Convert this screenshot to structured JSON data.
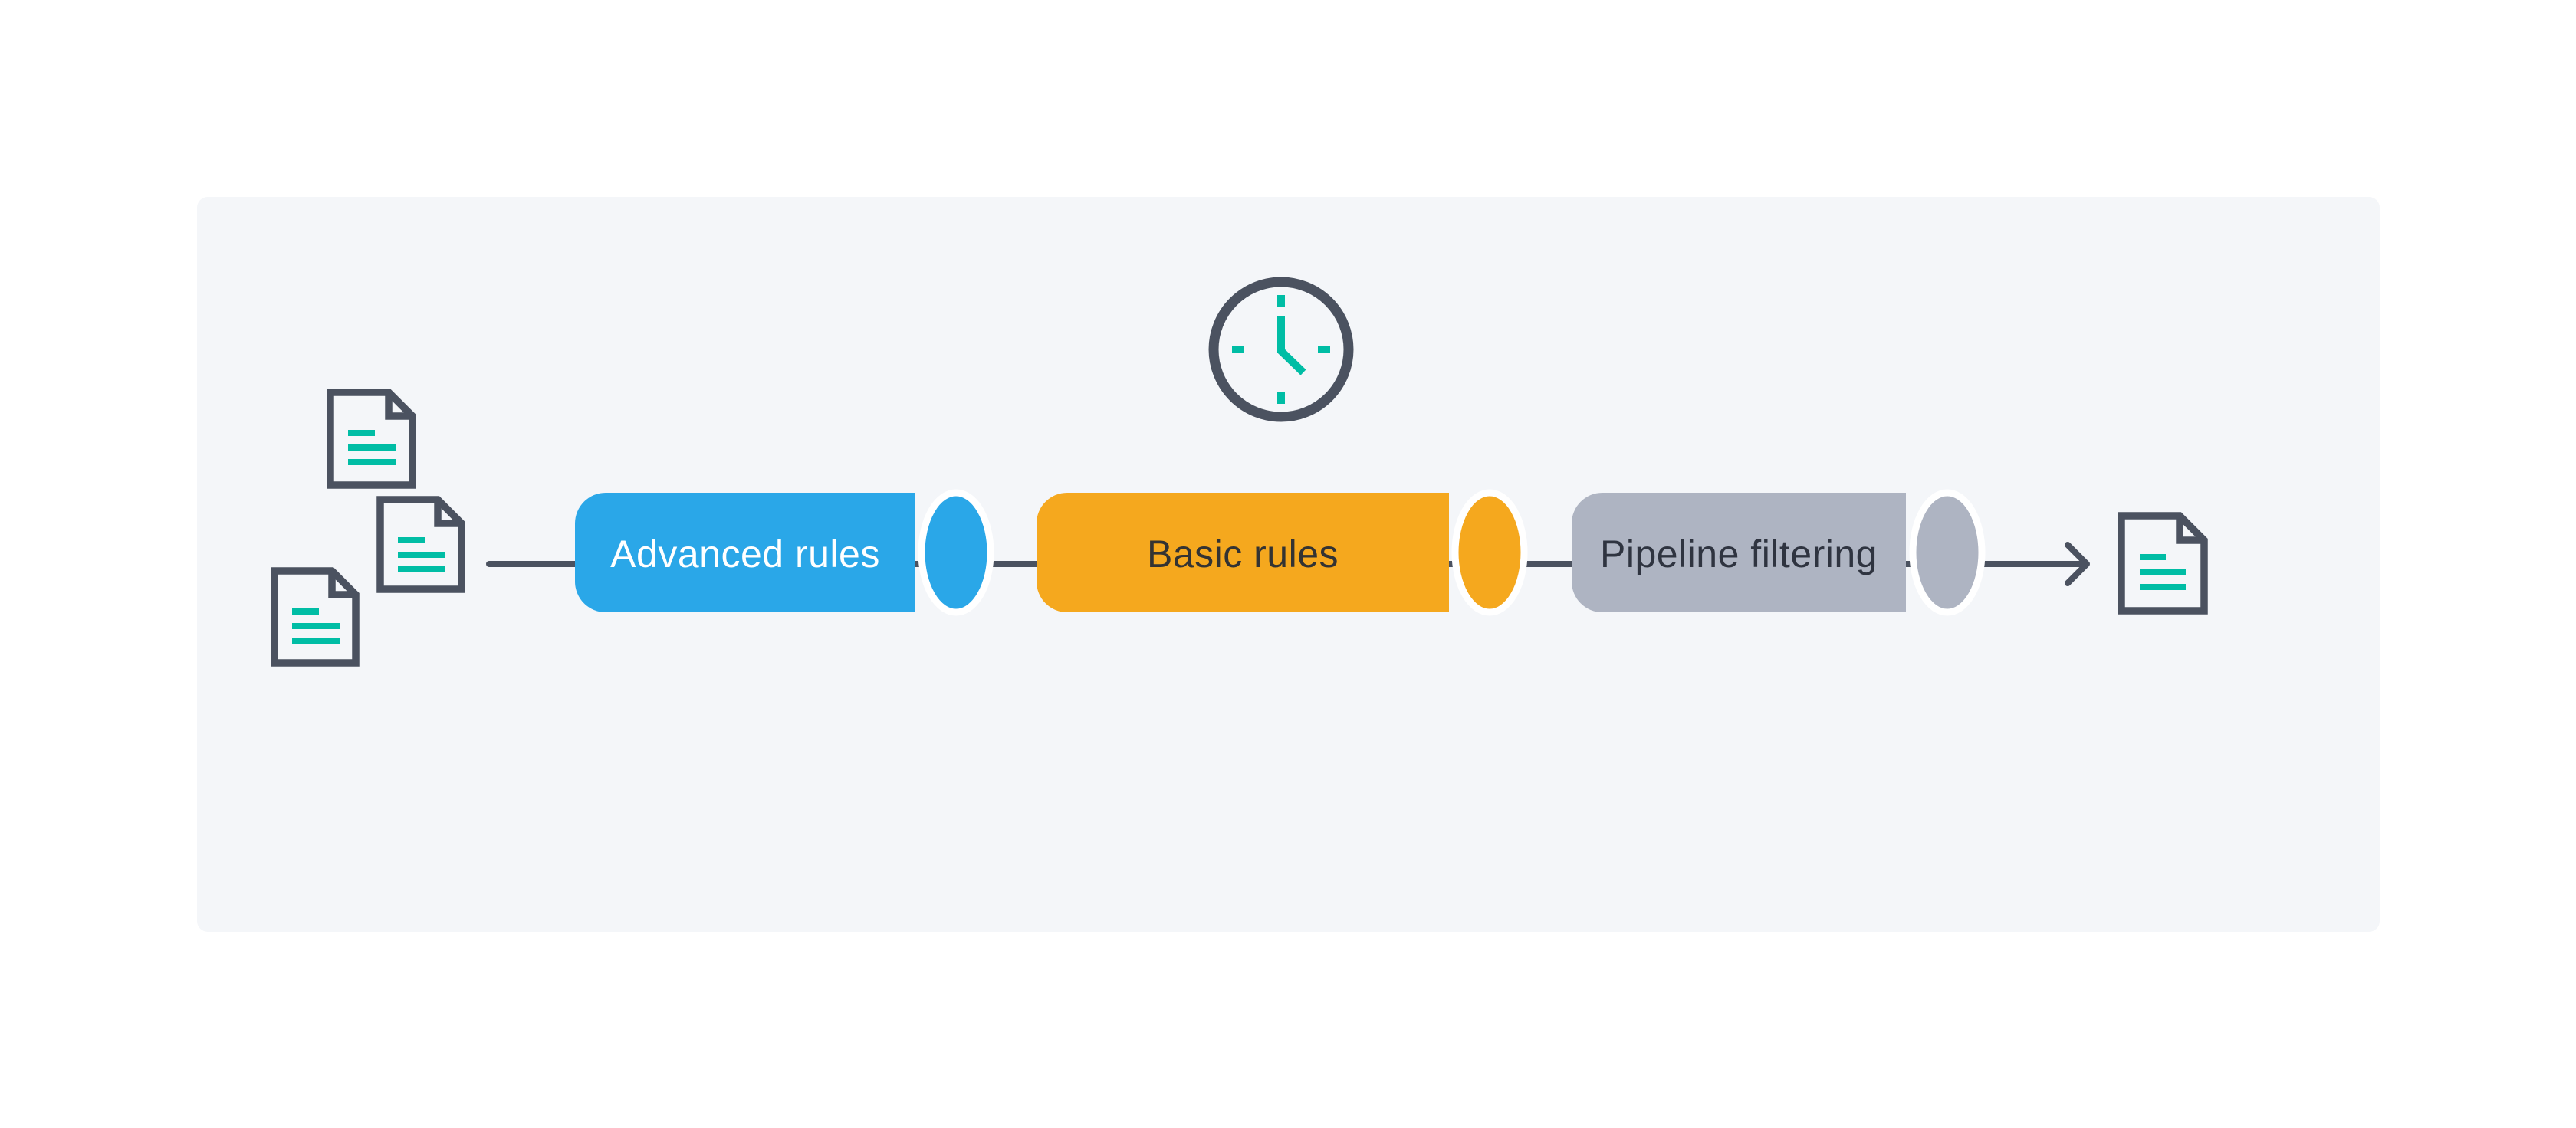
{
  "theme": {
    "page_bg": "#ffffff",
    "panel_bg": "#f4f6f9",
    "slate": "#4b5260",
    "teal": "#00bda5",
    "white": "#ffffff"
  },
  "diagram": {
    "type": "pipeline-flow",
    "stages": [
      {
        "label": "Advanced rules",
        "color": "#2aa7e8",
        "text_color": "#ffffff"
      },
      {
        "label": "Basic rules",
        "color": "#f5a81e",
        "text_color": "#333333"
      },
      {
        "label": "Pipeline filtering",
        "color": "#aeb4c2",
        "text_color": "#2f3440"
      }
    ],
    "icons": {
      "clock": "clock-icon",
      "input_documents": [
        "document-icon",
        "document-icon",
        "document-icon"
      ],
      "output_document": "document-icon",
      "arrow": "arrow-right-icon"
    },
    "flow": "documents -> Advanced rules -> Basic rules -> Pipeline filtering -> document"
  }
}
